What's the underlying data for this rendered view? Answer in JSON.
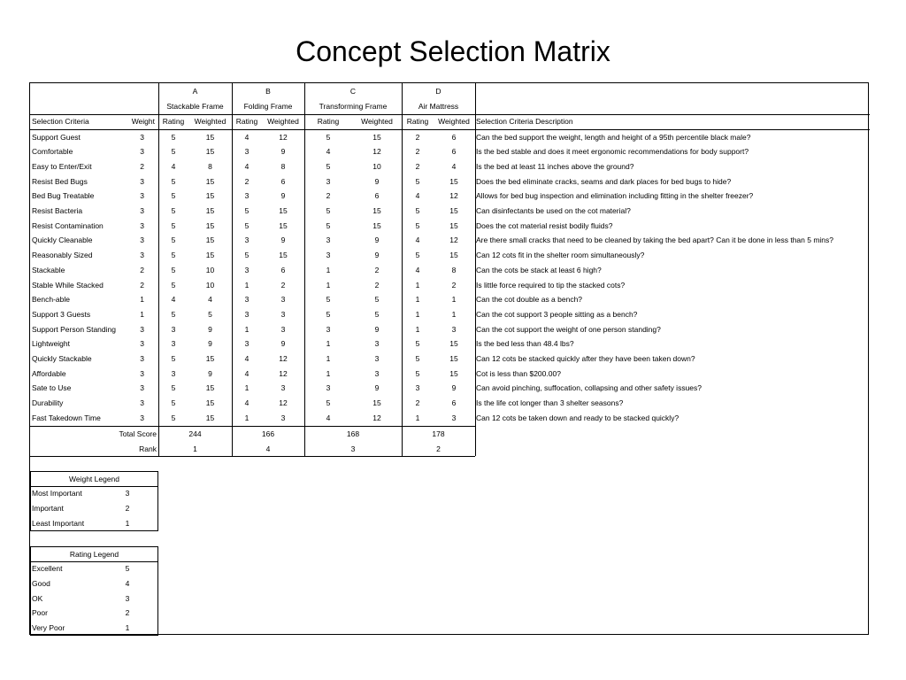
{
  "title": "Concept Selection Matrix",
  "concepts": [
    {
      "letter": "A",
      "name": "Stackable Frame"
    },
    {
      "letter": "B",
      "name": "Folding Frame"
    },
    {
      "letter": "C",
      "name": "Transforming Frame"
    },
    {
      "letter": "D",
      "name": "Air Mattress"
    }
  ],
  "headers": {
    "criteria": "Selection Criteria",
    "weight": "Weight",
    "rating": "Rating",
    "weighted": "Weighted",
    "description": "Selection Criteria Description"
  },
  "rows": [
    {
      "criteria": "Support Guest",
      "weight": "3",
      "a": [
        "5",
        "15"
      ],
      "b": [
        "4",
        "12"
      ],
      "c": [
        "5",
        "15"
      ],
      "d": [
        "2",
        "6"
      ],
      "desc": "Can the bed support the weight, length and height of a 95th percentile black male?"
    },
    {
      "criteria": "Comfortable",
      "weight": "3",
      "a": [
        "5",
        "15"
      ],
      "b": [
        "3",
        "9"
      ],
      "c": [
        "4",
        "12"
      ],
      "d": [
        "2",
        "6"
      ],
      "desc": "Is the bed stable and does it meet ergonomic recommendations for body support?"
    },
    {
      "criteria": "Easy to Enter/Exit",
      "weight": "2",
      "a": [
        "4",
        "8"
      ],
      "b": [
        "4",
        "8"
      ],
      "c": [
        "5",
        "10"
      ],
      "d": [
        "2",
        "4"
      ],
      "desc": "Is the bed at least 11 inches above the ground?"
    },
    {
      "criteria": "Resist Bed Bugs",
      "weight": "3",
      "a": [
        "5",
        "15"
      ],
      "b": [
        "2",
        "6"
      ],
      "c": [
        "3",
        "9"
      ],
      "d": [
        "5",
        "15"
      ],
      "desc": "Does the bed eliminate cracks, seams and dark places for bed bugs to hide?"
    },
    {
      "criteria": "Bed Bug Treatable",
      "weight": "3",
      "a": [
        "5",
        "15"
      ],
      "b": [
        "3",
        "9"
      ],
      "c": [
        "2",
        "6"
      ],
      "d": [
        "4",
        "12"
      ],
      "desc": "Allows for bed bug inspection and elimination including fitting in the shelter freezer?"
    },
    {
      "criteria": "Resist Bacteria",
      "weight": "3",
      "a": [
        "5",
        "15"
      ],
      "b": [
        "5",
        "15"
      ],
      "c": [
        "5",
        "15"
      ],
      "d": [
        "5",
        "15"
      ],
      "desc": "Can disinfectants be used on the cot material?"
    },
    {
      "criteria": "Resist Contamination",
      "weight": "3",
      "a": [
        "5",
        "15"
      ],
      "b": [
        "5",
        "15"
      ],
      "c": [
        "5",
        "15"
      ],
      "d": [
        "5",
        "15"
      ],
      "desc": "Does the cot material resist bodily fluids?"
    },
    {
      "criteria": "Quickly Cleanable",
      "weight": "3",
      "a": [
        "5",
        "15"
      ],
      "b": [
        "3",
        "9"
      ],
      "c": [
        "3",
        "9"
      ],
      "d": [
        "4",
        "12"
      ],
      "desc": "Are there small cracks that need to be cleaned by taking the bed apart? Can it be done in less than 5 mins?"
    },
    {
      "criteria": "Reasonably Sized",
      "weight": "3",
      "a": [
        "5",
        "15"
      ],
      "b": [
        "5",
        "15"
      ],
      "c": [
        "3",
        "9"
      ],
      "d": [
        "5",
        "15"
      ],
      "desc": "Can 12 cots fit in the shelter room simultaneously?"
    },
    {
      "criteria": "Stackable",
      "weight": "2",
      "a": [
        "5",
        "10"
      ],
      "b": [
        "3",
        "6"
      ],
      "c": [
        "1",
        "2"
      ],
      "d": [
        "4",
        "8"
      ],
      "desc": "Can the cots be stack at least 6 high?"
    },
    {
      "criteria": "Stable While Stacked",
      "weight": "2",
      "a": [
        "5",
        "10"
      ],
      "b": [
        "1",
        "2"
      ],
      "c": [
        "1",
        "2"
      ],
      "d": [
        "1",
        "2"
      ],
      "desc": "Is little force required to tip the stacked cots?"
    },
    {
      "criteria": "Bench-able",
      "weight": "1",
      "a": [
        "4",
        "4"
      ],
      "b": [
        "3",
        "3"
      ],
      "c": [
        "5",
        "5"
      ],
      "d": [
        "1",
        "1"
      ],
      "desc": "Can the cot double as a bench?"
    },
    {
      "criteria": "Support 3 Guests",
      "weight": "1",
      "a": [
        "5",
        "5"
      ],
      "b": [
        "3",
        "3"
      ],
      "c": [
        "5",
        "5"
      ],
      "d": [
        "1",
        "1"
      ],
      "desc": "Can the cot support 3 people sitting as a bench?"
    },
    {
      "criteria": "Support Person Standing",
      "weight": "3",
      "a": [
        "3",
        "9"
      ],
      "b": [
        "1",
        "3"
      ],
      "c": [
        "3",
        "9"
      ],
      "d": [
        "1",
        "3"
      ],
      "desc": "Can the cot support the weight of one person standing?"
    },
    {
      "criteria": "Lightweight",
      "weight": "3",
      "a": [
        "3",
        "9"
      ],
      "b": [
        "3",
        "9"
      ],
      "c": [
        "1",
        "3"
      ],
      "d": [
        "5",
        "15"
      ],
      "desc": "Is the bed less than  48.4 lbs?"
    },
    {
      "criteria": "Quickly Stackable",
      "weight": "3",
      "a": [
        "5",
        "15"
      ],
      "b": [
        "4",
        "12"
      ],
      "c": [
        "1",
        "3"
      ],
      "d": [
        "5",
        "15"
      ],
      "desc": "Can 12 cots be stacked quickly after they have been taken down?"
    },
    {
      "criteria": "Affordable",
      "weight": "3",
      "a": [
        "3",
        "9"
      ],
      "b": [
        "4",
        "12"
      ],
      "c": [
        "1",
        "3"
      ],
      "d": [
        "5",
        "15"
      ],
      "desc": "Cot is less than $200.00?"
    },
    {
      "criteria": "Sate to Use",
      "weight": "3",
      "a": [
        "5",
        "15"
      ],
      "b": [
        "1",
        "3"
      ],
      "c": [
        "3",
        "9"
      ],
      "d": [
        "3",
        "9"
      ],
      "desc": "Can avoid pinching, suffocation, collapsing and other safety issues?"
    },
    {
      "criteria": "Durability",
      "weight": "3",
      "a": [
        "5",
        "15"
      ],
      "b": [
        "4",
        "12"
      ],
      "c": [
        "5",
        "15"
      ],
      "d": [
        "2",
        "6"
      ],
      "desc": "Is the life cot longer than 3 shelter seasons?"
    },
    {
      "criteria": "Fast Takedown Time",
      "weight": "3",
      "a": [
        "5",
        "15"
      ],
      "b": [
        "1",
        "3"
      ],
      "c": [
        "4",
        "12"
      ],
      "d": [
        "1",
        "3"
      ],
      "desc": "Can 12 cots be taken down and ready to be stacked quickly?"
    }
  ],
  "totals": {
    "total_label": "Total Score",
    "rank_label": "Rank",
    "scores": [
      "244",
      "166",
      "168",
      "178"
    ],
    "ranks": [
      "1",
      "4",
      "3",
      "2"
    ]
  },
  "weight_legend": {
    "title": "Weight Legend",
    "items": [
      {
        "label": "Most Important",
        "value": "3"
      },
      {
        "label": "Important",
        "value": "2"
      },
      {
        "label": "Least Important",
        "value": "1"
      }
    ]
  },
  "rating_legend": {
    "title": "Rating Legend",
    "items": [
      {
        "label": "Excellent",
        "value": "5"
      },
      {
        "label": "Good",
        "value": "4"
      },
      {
        "label": "OK",
        "value": "3"
      },
      {
        "label": "Poor",
        "value": "2"
      },
      {
        "label": "Very Poor",
        "value": "1"
      }
    ]
  }
}
